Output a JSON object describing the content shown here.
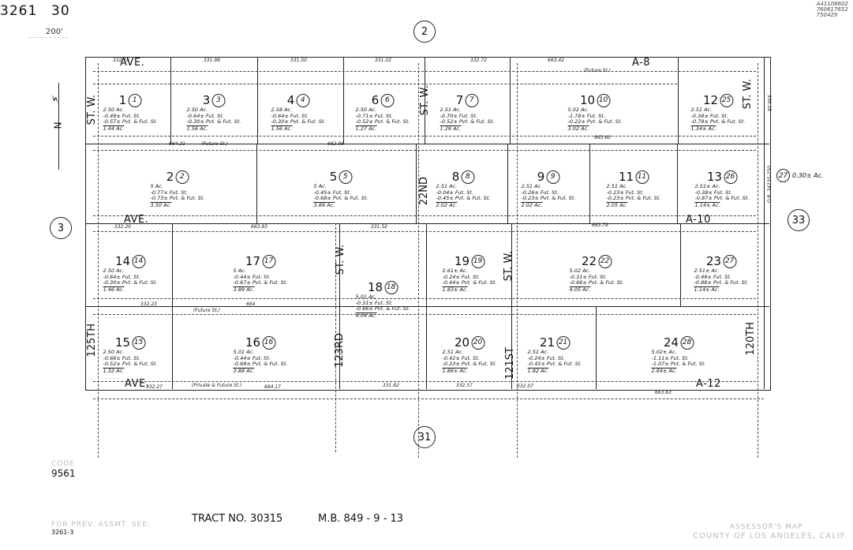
{
  "header": {
    "book": "3261",
    "page": "30",
    "scale": "200'",
    "stamp": [
      "A41108602",
      "760617652",
      "750429"
    ]
  },
  "adjacent_maps": {
    "top": "2",
    "left": "3",
    "right": "33",
    "bottom": "31"
  },
  "streets": {
    "ave_top": "AVE.",
    "a8": "A-8",
    "a10": "A-10",
    "a12": "A-12",
    "ave_row2": "AVE.",
    "ave_bottom": "AVE.",
    "st_w_left": "ST. W.",
    "st_w_mid": "ST. W.",
    "st_w_row3": "ST. W.",
    "st_w_right": "ST. W.",
    "st_w_row3b": "ST. W.",
    "s22nd": "22ND",
    "s125th": "125TH",
    "s123rd": "123RD",
    "s121st": "121ST",
    "s120th": "120TH",
    "future_st": "(Future St.)",
    "private_future": "(Private & Future St.)"
  },
  "north": "N",
  "parcels": [
    {
      "num": "1",
      "circ": "1",
      "lines": [
        "2.50 Ac.",
        "-0.49± Fut. St.",
        "-0.57± Pvt. & Fut. St."
      ],
      "net": "1.44 Ac."
    },
    {
      "num": "3",
      "circ": "3",
      "lines": [
        "2.50 Ac.",
        "-0.64± Fut. St.",
        "-0.30± Pvt. & Fut. St."
      ],
      "net": "1.56 Ac."
    },
    {
      "num": "4",
      "circ": "4",
      "lines": [
        "2.58 Ac.",
        "-0.64± Fut. St.",
        "-0.30± Pvt. & Fut. St."
      ],
      "net": "1.56 Ac."
    },
    {
      "num": "6",
      "circ": "6",
      "lines": [
        "2.50 Ac.",
        "-0.71± Fut. St.",
        "-0.52± Pvt. & Fut. St."
      ],
      "net": "1.27 Ac."
    },
    {
      "num": "7",
      "circ": "7",
      "lines": [
        "2.51 Ac.",
        "-0.70± Fut. St.",
        "-0.52± Pvt. & Fut. St."
      ],
      "net": "1.29 Ac."
    },
    {
      "num": "10",
      "circ": "10",
      "lines": [
        "5.02 Ac.",
        "-1.78± Fut. St.",
        "-0.22± Pvt. & Fut. St."
      ],
      "net": "3.02 Ac."
    },
    {
      "num": "12",
      "circ": "25",
      "lines": [
        "2.51 Ac.",
        "-0.38± Fut. St.",
        "-0.79± Pvt. & Fut. St."
      ],
      "net": "1.34± Ac."
    },
    {
      "num": "2",
      "circ": "2",
      "lines": [
        "5 Ac.",
        "-0.77± Fut. St.",
        "-0.73± Pvt. & Fut. St."
      ],
      "net": "3.50 Ac."
    },
    {
      "num": "5",
      "circ": "5",
      "lines": [
        "5 Ac.",
        "-0.45± Fut. St.",
        "-0.68± Pvt. & Fut. St."
      ],
      "net": "3.89 Ac."
    },
    {
      "num": "8",
      "circ": "8",
      "lines": [
        "2.51 Ac.",
        "-0.04± Fut. St.",
        "-0.45± Pvt. & Fut. St."
      ],
      "net": "2.02 Ac."
    },
    {
      "num": "9",
      "circ": "9",
      "lines": [
        "2.51 Ac.",
        "-0.26± Fut. St.",
        "-0.23± Pvt. & Fut. St."
      ],
      "net": "2.02 Ac."
    },
    {
      "num": "11",
      "circ": "11",
      "lines": [
        "2.51 Ac.",
        "-0.23± Fut. St.",
        "-0.23± Pvt. & Fut. St."
      ],
      "net": "2.05 Ac."
    },
    {
      "num": "13",
      "circ": "26",
      "lines": [
        "2.51± Ac.",
        "-0.38± Fut. St.",
        "-0.87± Pvt. & Fut. St."
      ],
      "net": "1.14± Ac."
    },
    {
      "num": "14",
      "circ": "14",
      "lines": [
        "2.50 Ac.",
        "-0.64± Fut. St.",
        "-0.30± Pvt. & Fut. St."
      ],
      "net": "1.46 Ac."
    },
    {
      "num": "17",
      "circ": "17",
      "lines": [
        "5 Ac.",
        "-0.44± Fut. St.",
        "-0.67± Pvt. & Fut. St."
      ],
      "net": "3.89 Ac."
    },
    {
      "num": "18",
      "circ": "18",
      "lines": [
        "5.01 Ac.",
        "-0.31± Fut. St.",
        "-0.66± Pvt. & Fut. St."
      ],
      "net": "4.04 Ac."
    },
    {
      "num": "19",
      "circ": "19",
      "lines": [
        "2.61± Ac.",
        "-0.24± Fut. St.",
        "-0.44± Pvt. & Fut. St."
      ],
      "net": "1.83± Ac."
    },
    {
      "num": "22",
      "circ": "22",
      "lines": [
        "5.02 Ac.",
        "-0.31± Fut. St.",
        "-0.66± Pvt. & Fut. St."
      ],
      "net": "4.05 Ac."
    },
    {
      "num": "23",
      "circ": "27",
      "lines": [
        "2.51± Ac.",
        "-0.49± Fut. St.",
        "-0.88± Pvt. & Fut. St."
      ],
      "net": "1.14± Ac."
    },
    {
      "num": "15",
      "circ": "15",
      "lines": [
        "2.50 Ac.",
        "-0.66± Fut. St.",
        "-0.52± Pvt. & Fut. St."
      ],
      "net": "1.32 Ac."
    },
    {
      "num": "16",
      "circ": "16",
      "lines": [
        "5.01 Ac.",
        "-0.44± Fut. St.",
        "-0.69± Pvt. & Fut. St."
      ],
      "net": "3.88 Ac."
    },
    {
      "num": "20",
      "circ": "20",
      "lines": [
        "2.51 Ac.",
        "-0.42± Fut. St.",
        "-0.23± Pvt. & Fut. St."
      ],
      "net": "1.86± Ac."
    },
    {
      "num": "21",
      "circ": "21",
      "lines": [
        "2.51 Ac.",
        "-0.24± Fut. St.",
        "-0.45± Pvt. & Fut. St."
      ],
      "net": "1.82 Ac."
    },
    {
      "num": "24",
      "circ": "28",
      "lines": [
        "5.02± Ac.",
        "-1.11± Fut. St.",
        "-1.07± Pvt. & Fut. St."
      ],
      "net": "2.84± Ac."
    }
  ],
  "extra_parcel": {
    "circ": "27",
    "area": "0.30± Ac.",
    "ref": "O.R. 34235-250"
  },
  "dimensions": {
    "d1": "332.16",
    "d2": "331.98",
    "d3": "331.50",
    "d4": "331.22",
    "d5": "332.72",
    "d6": "663.42",
    "d7": "664.21",
    "d8": "662.98",
    "d9": "663.60",
    "d10": "332.20",
    "d11": "663.83",
    "d12": "331.52",
    "d13": "663.78",
    "d14": "332.23",
    "d15": "664",
    "d16": "332.27",
    "d17": "664.17",
    "d18": "331.82",
    "d19": "332.57",
    "d20": "332.07",
    "d21": "663.63",
    "d22": "330.18"
  },
  "footer": {
    "code_label": "CODE",
    "code": "9561",
    "tract": "TRACT  NO. 30315",
    "mb": "M.B. 849 - 9 - 13",
    "assmt_label": "FOR PREV. ASSMT. SEE:",
    "assmt": "3261-3",
    "assessor1": "ASSESSOR'S MAP",
    "assessor2": "COUNTY OF LOS ANGELES, CALIF."
  }
}
